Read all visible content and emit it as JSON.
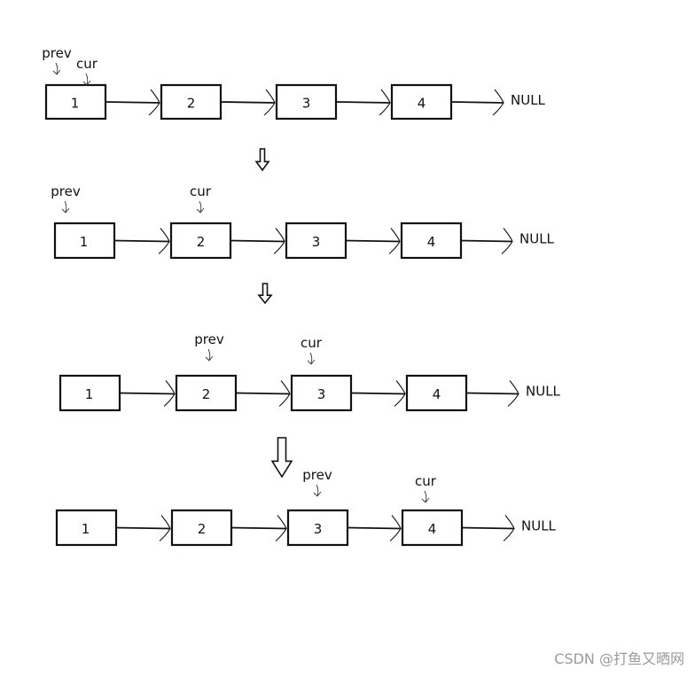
{
  "null_label": "NULL",
  "watermark": "CSDN @打鱼又晒网",
  "rows": [
    {
      "nodes": [
        "1",
        "2",
        "3",
        "4"
      ],
      "pointers": [
        {
          "label": "prev",
          "node": 0
        },
        {
          "label": "cur",
          "node": 0
        }
      ]
    },
    {
      "nodes": [
        "1",
        "2",
        "3",
        "4"
      ],
      "pointers": [
        {
          "label": "prev",
          "node": 0
        },
        {
          "label": "cur",
          "node": 1
        }
      ]
    },
    {
      "nodes": [
        "1",
        "2",
        "3",
        "4"
      ],
      "pointers": [
        {
          "label": "prev",
          "node": 1
        },
        {
          "label": "cur",
          "node": 2
        }
      ]
    },
    {
      "nodes": [
        "1",
        "2",
        "3",
        "4"
      ],
      "pointers": [
        {
          "label": "prev",
          "node": 2
        },
        {
          "label": "cur",
          "node": 3
        }
      ]
    }
  ],
  "step_arrow_count": 3
}
